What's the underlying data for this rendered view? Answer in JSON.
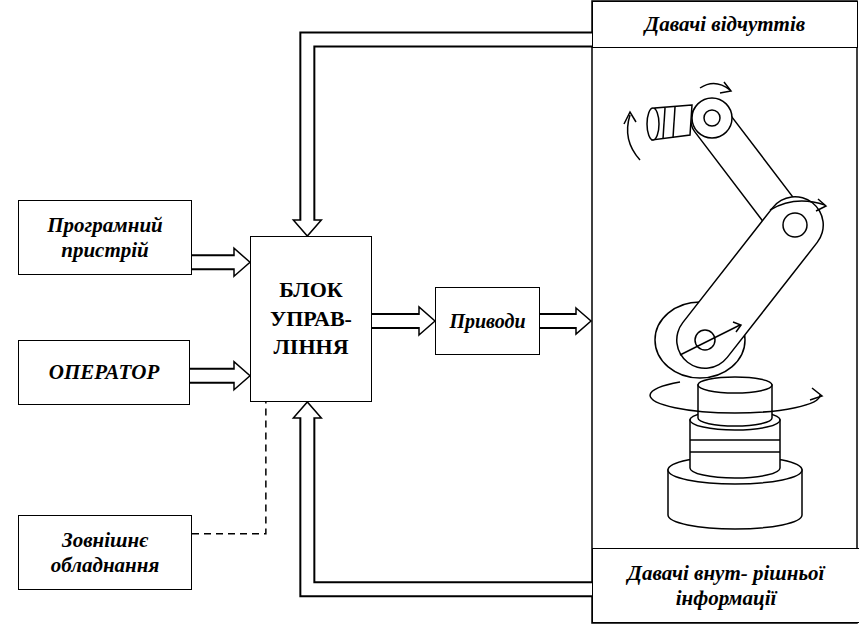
{
  "diagram": {
    "nodes": [
      {
        "text": [
          "Давачі відчуттів"
        ]
      },
      {
        "text": [
          "Програмний пристрій"
        ]
      },
      {
        "text": [
          "БЛОК УПРАВ- ЛІННЯ"
        ]
      },
      {
        "text": [
          "Приводи"
        ]
      },
      {
        "text": [
          "ОПЕРАТОР"
        ]
      },
      {
        "text": [
          "Зовнішнє обладнання"
        ]
      },
      {
        "text": [
          "Давачі внут- рішньої інформації"
        ]
      }
    ],
    "edges": [
      {
        "from": 1,
        "to": 2,
        "arrow": "to"
      },
      {
        "from": 4,
        "to": 2,
        "arrow": "to"
      },
      {
        "from": 2,
        "to": 3,
        "arrow": "to"
      },
      {
        "from": 0,
        "to": 2,
        "arrow": "to"
      },
      {
        "from": 6,
        "to": 2,
        "arrow": "to"
      },
      {
        "from": 5,
        "to": 2,
        "arrow": "none"
      }
    ]
  }
}
